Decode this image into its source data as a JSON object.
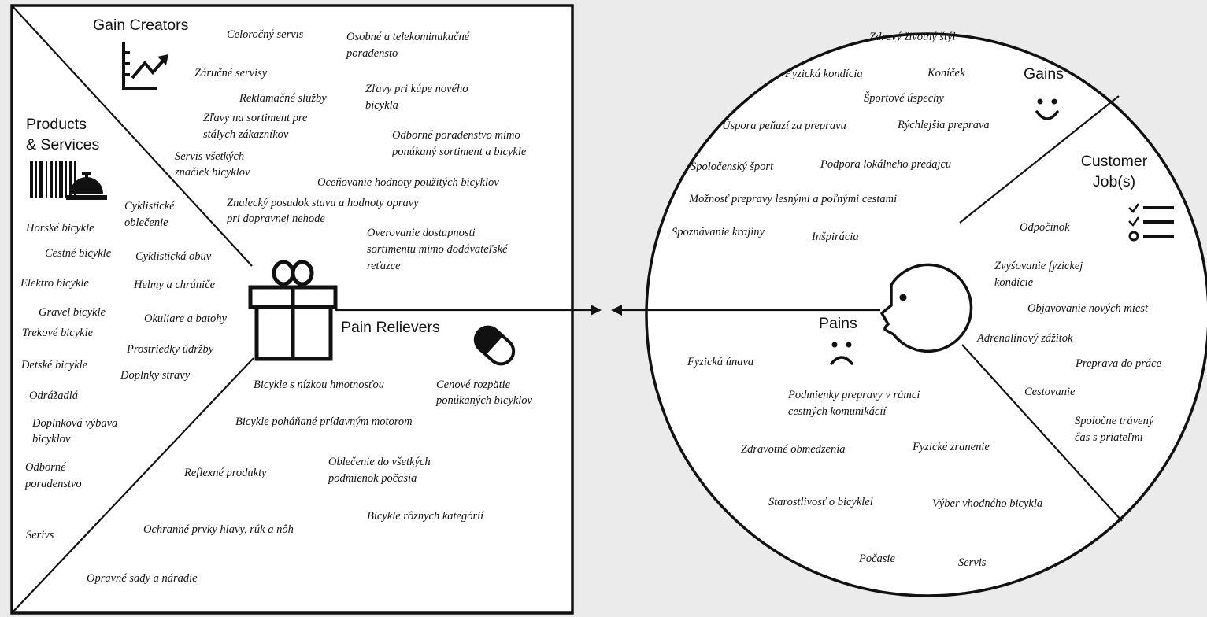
{
  "value_map": {
    "headings": {
      "gain_creators": "Gain Creators",
      "products_line1": "Products",
      "products_line2": "& Services",
      "pain_relievers": "Pain Relievers"
    },
    "gain_creators": [
      "Celoročný servis",
      "Osobné a telekominukačné",
      "poradensto",
      "Záručné servisy",
      "Zľavy pri kúpe nového",
      "bicykla",
      "Reklamačné služby",
      "Zľavy na sortiment pre",
      "stálych zákazníkov",
      "Odborné poradenstvo mimo",
      "ponúkaný sortiment a bicykle",
      "Servis všetkých",
      "značiek bicyklov",
      "Oceňovanie hodnoty použitých bicyklov",
      "Znalecký posudok stavu a hodnoty opravy",
      "pri dopravnej nehode",
      "Overovanie dostupnosti",
      "sortimentu mimo dodávateľské",
      "reťazce"
    ],
    "products_services": [
      "Cyklistické",
      "oblečenie",
      "Horské bicykle",
      "Cestné bicykle",
      "Cyklistická obuv",
      "Elektro bicykle",
      "Helmy a chrániče",
      "Gravel bicykle",
      "Okuliare a batohy",
      "Trekové bicykle",
      "Prostriedky údržby",
      "Detské bicykle",
      "Doplnky stravy",
      "Odrážadlá",
      "Doplnková výbava",
      "bicyklov",
      "Odborné",
      "poradenstvo",
      "Serivs",
      "Opravné sady a náradie"
    ],
    "pain_relievers": [
      "Bicykle s nízkou hmotnosťou",
      "Cenové rozpätie",
      "ponúkaných bicyklov",
      "Bicykle poháňané prídavným motorom",
      "Reflexné produkty",
      "Oblečenie do všetkých",
      "podmienok počasia",
      "Bicykle rôznych kategórií",
      "Ochranné prvky hlavy, rúk a nôh"
    ]
  },
  "customer_profile": {
    "headings": {
      "gains": "Gains",
      "customer_jobs_line1": "Customer",
      "customer_jobs_line2": "Job(s)",
      "pains": "Pains"
    },
    "gains": [
      "Zdravý životný štýl",
      "Fyzická kondícia",
      "Koníček",
      "Športové úspechy",
      "Úspora peňazí za prepravu",
      "Rýchlejšia preprava",
      "Spoločenský šport",
      "Podpora lokálneho predajcu",
      "Možnosť prepravy lesnými a poľnými cestami",
      "Spoznávanie krajiny",
      "Inšpirácia"
    ],
    "customer_jobs": [
      "Odpočinok",
      "Zvyšovanie fyzickej",
      "kondície",
      "Objavovanie nových miest",
      "Adrenalínový zážitok",
      "Preprava do práce",
      "Cestovanie",
      "Spoločne trávený",
      "čas s priateľmi"
    ],
    "pains": [
      "Fyzická únava",
      "Podmienky prepravy v rámci",
      "cestných komunikácií",
      "Zdravotné obmedzenia",
      "Fyzické zranenie",
      "Starostlivosť o bicyklel",
      "Výber vhodného bicykla",
      "Počasie",
      "Servis"
    ]
  },
  "icons": [
    "rising-chart-icon",
    "barcode-icon",
    "service-bell-icon",
    "gift-icon",
    "pill-icon",
    "smile-icon",
    "sad-icon",
    "checklist-icon",
    "face-profile-icon",
    "double-arrow-connector"
  ],
  "colors": {
    "background": "#ebebeb",
    "panel": "#ffffff",
    "line": "#111111"
  }
}
